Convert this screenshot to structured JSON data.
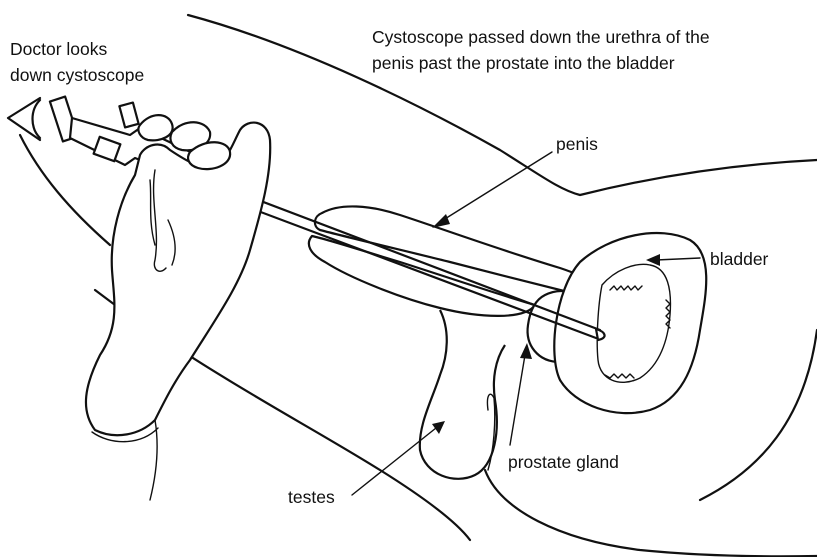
{
  "title": {
    "line1": "Cystoscope passed down the urethra of the",
    "line2": "penis past the prostate into the bladder"
  },
  "labels": {
    "doctor_line1": "Doctor looks",
    "doctor_line2": "down cystoscope",
    "penis": "penis",
    "bladder": "bladder",
    "prostate": "prostate gland",
    "testes": "testes"
  },
  "colors": {
    "ink": "#111111",
    "background": "#ffffff"
  },
  "icons": [
    "eye-icon",
    "arrow-icon"
  ]
}
